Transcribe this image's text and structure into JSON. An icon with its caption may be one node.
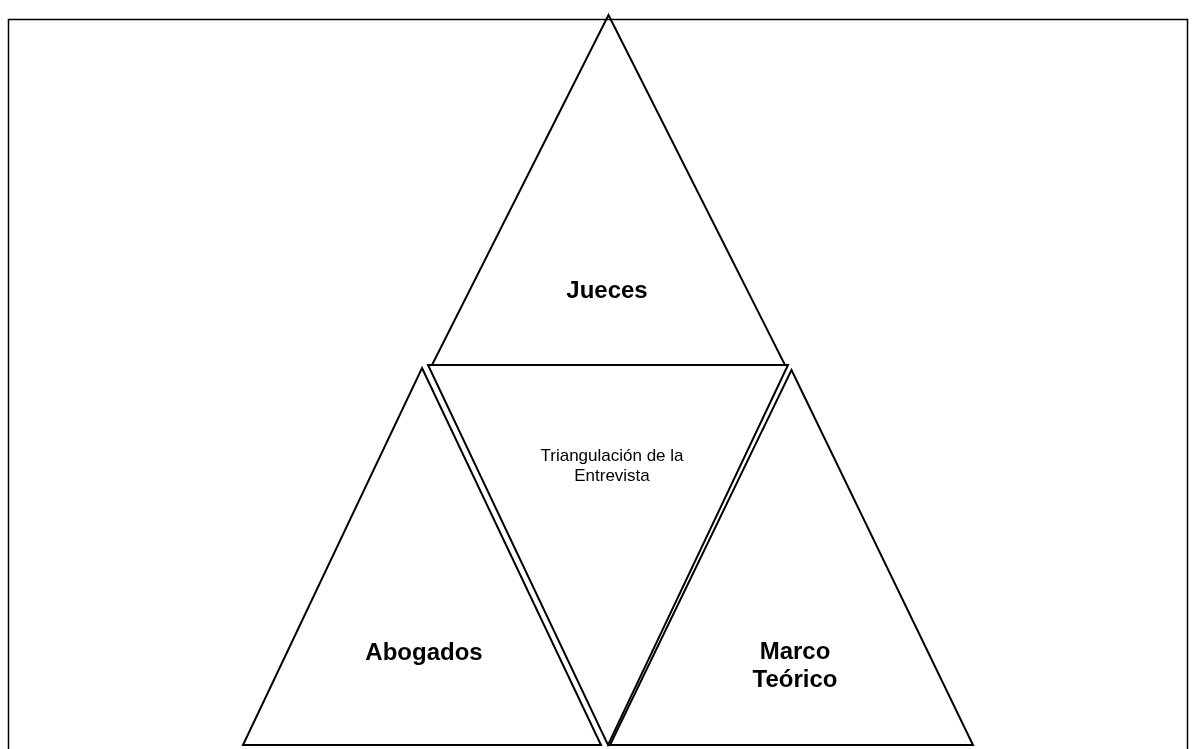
{
  "diagram": {
    "nodes": [
      {
        "text": [
          "Jueces"
        ]
      },
      {
        "text": [
          "Triangulación de la Entrevista"
        ]
      },
      {
        "text": [
          "Abogados"
        ]
      },
      {
        "text": [
          "Marco Teórico"
        ]
      }
    ]
  }
}
